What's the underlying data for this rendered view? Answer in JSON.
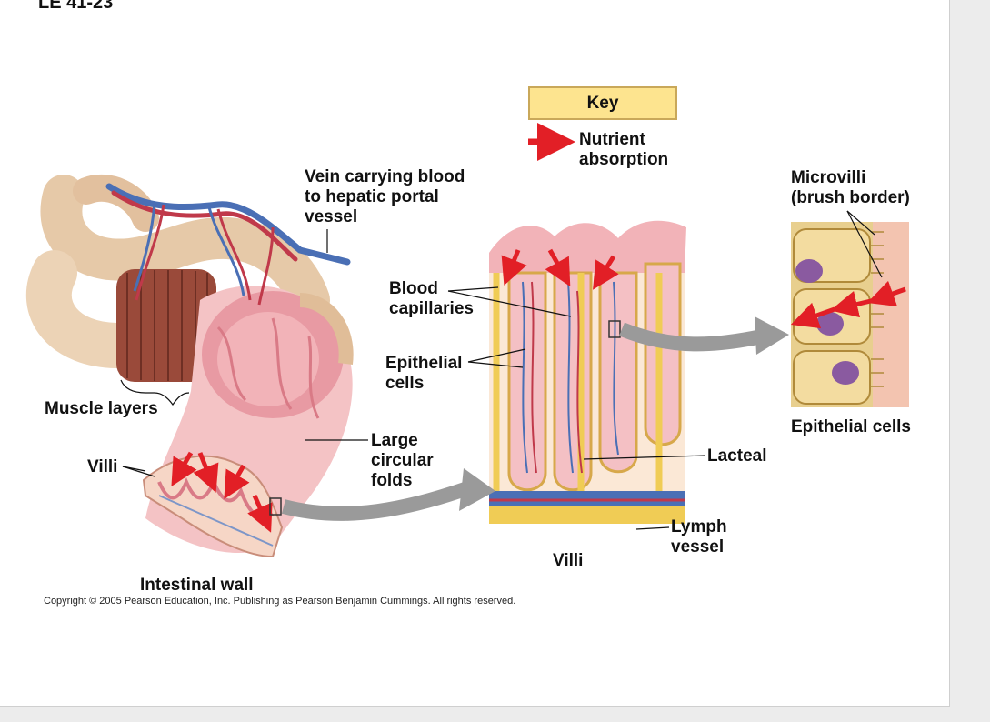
{
  "figure_title": "LE 41-23",
  "key": {
    "title": "Key",
    "nutrient_line1": "Nutrient",
    "nutrient_line2": "absorption",
    "arrow_color": "#e21f26"
  },
  "labels": {
    "vein_line1": "Vein carrying blood",
    "vein_line2": "to hepatic portal",
    "vein_line3": "vessel",
    "blood_line1": "Blood",
    "blood_line2": "capillaries",
    "epithelial_line1": "Epithelial",
    "epithelial_line2": "cells",
    "muscle_layers": "Muscle layers",
    "villi_left": "Villi",
    "large_line1": "Large",
    "large_line2": "circular",
    "large_line3": "folds",
    "intestinal_wall": "Intestinal wall",
    "villi_center": "Villi",
    "lacteal": "Lacteal",
    "lymph_line1": "Lymph",
    "lymph_line2": "vessel",
    "microvilli_line1": "Microvilli",
    "microvilli_line2": "(brush border)",
    "epithelial_cells_right": "Epithelial cells"
  },
  "copyright": "Copyright © 2005 Pearson Education, Inc. Publishing as Pearson Benjamin Cummings. All rights reserved.",
  "colors": {
    "tissue_pink": "#f2b3b8",
    "tissue_dark": "#d97a86",
    "muscle_brown": "#9a4a3a",
    "vein_blue": "#4a6fb5",
    "artery_red": "#c0394a",
    "lymph_yellow": "#f0cc55",
    "cell_tan": "#e8cf8e",
    "nucleus_purple": "#8a5aa0",
    "pointer_gray": "#9a9a9a"
  }
}
